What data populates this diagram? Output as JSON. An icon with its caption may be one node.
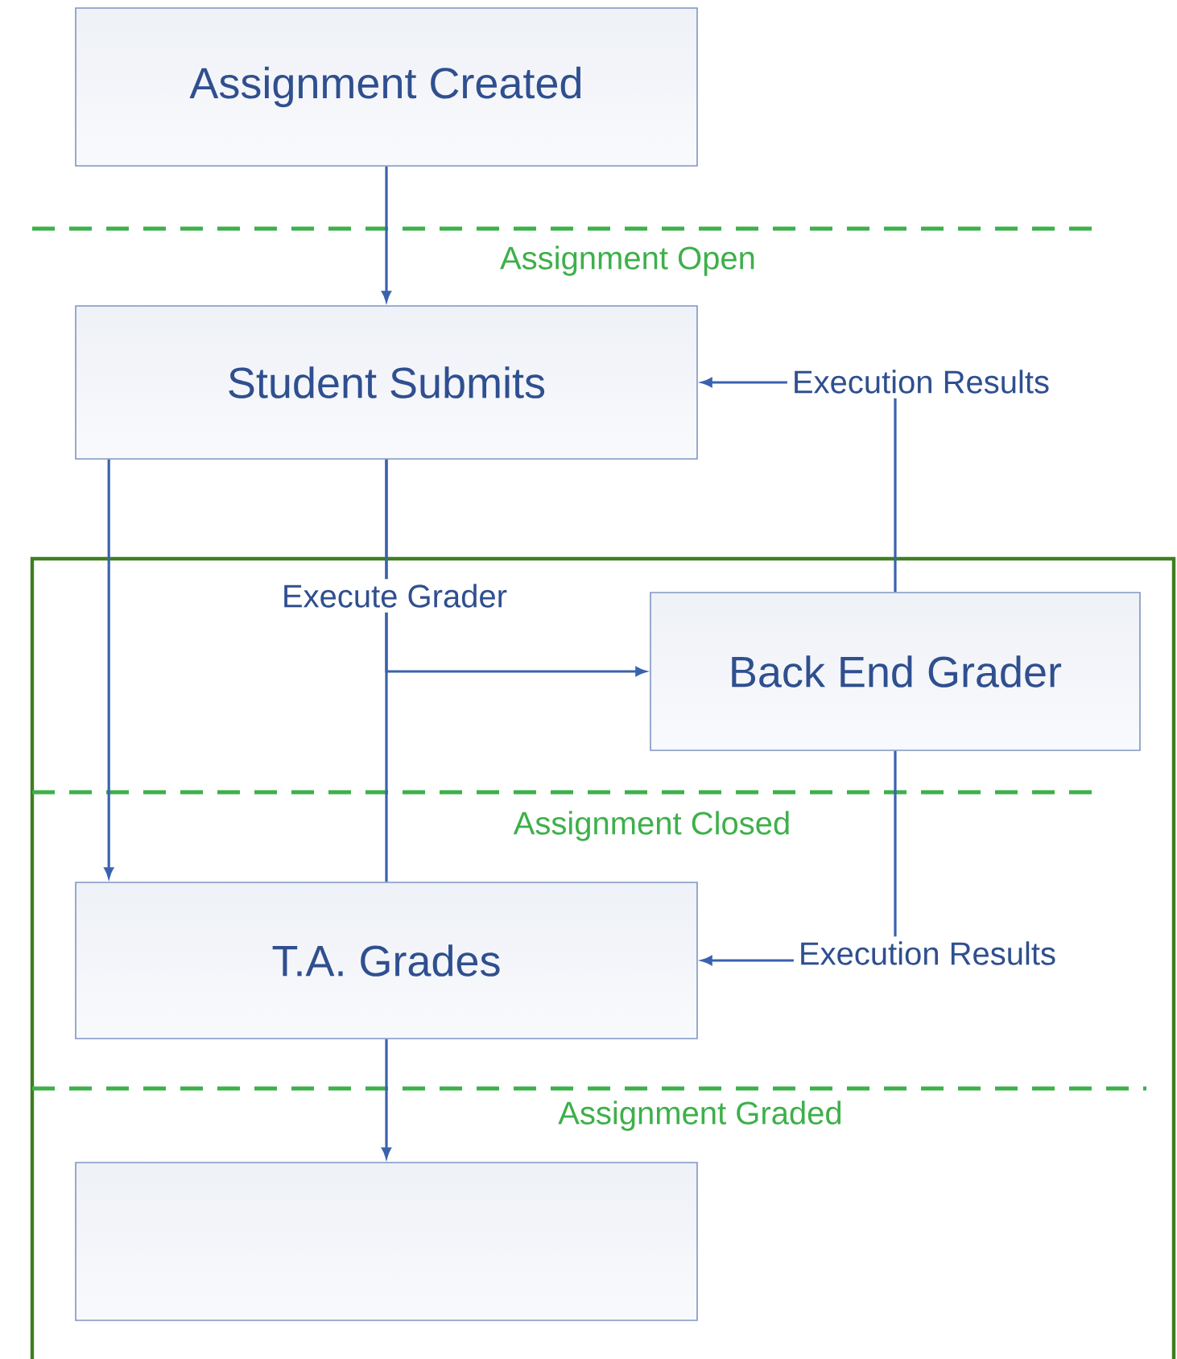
{
  "diagram": {
    "nodes": [
      {
        "text": [
          "Assignment Created"
        ]
      },
      {
        "text": [
          "Student Submits"
        ]
      },
      {
        "text": [
          "Back End Grader"
        ]
      },
      {
        "text": [
          "T.A. Grades"
        ]
      },
      {
        "text": [],
        "shape": "box"
      }
    ],
    "edges": [
      {
        "from": 0,
        "to": 1,
        "arrow": "to"
      },
      {
        "from": 1,
        "to": 3,
        "arrow": "to"
      },
      {
        "from": 1,
        "to": 2,
        "arrow": "to",
        "label": "Execute Grader"
      },
      {
        "from": 1,
        "to": 3,
        "arrow": "none"
      },
      {
        "from": 2,
        "to": 1,
        "arrow": "to",
        "label": "Execution Results"
      },
      {
        "from": 2,
        "to": 3,
        "arrow": "to",
        "label": "Execution Results"
      },
      {
        "from": 3,
        "to": 4,
        "arrow": "to"
      }
    ],
    "labels": [
      "Assignment Open",
      "Assignment Closed",
      "Assignment Graded"
    ]
  }
}
